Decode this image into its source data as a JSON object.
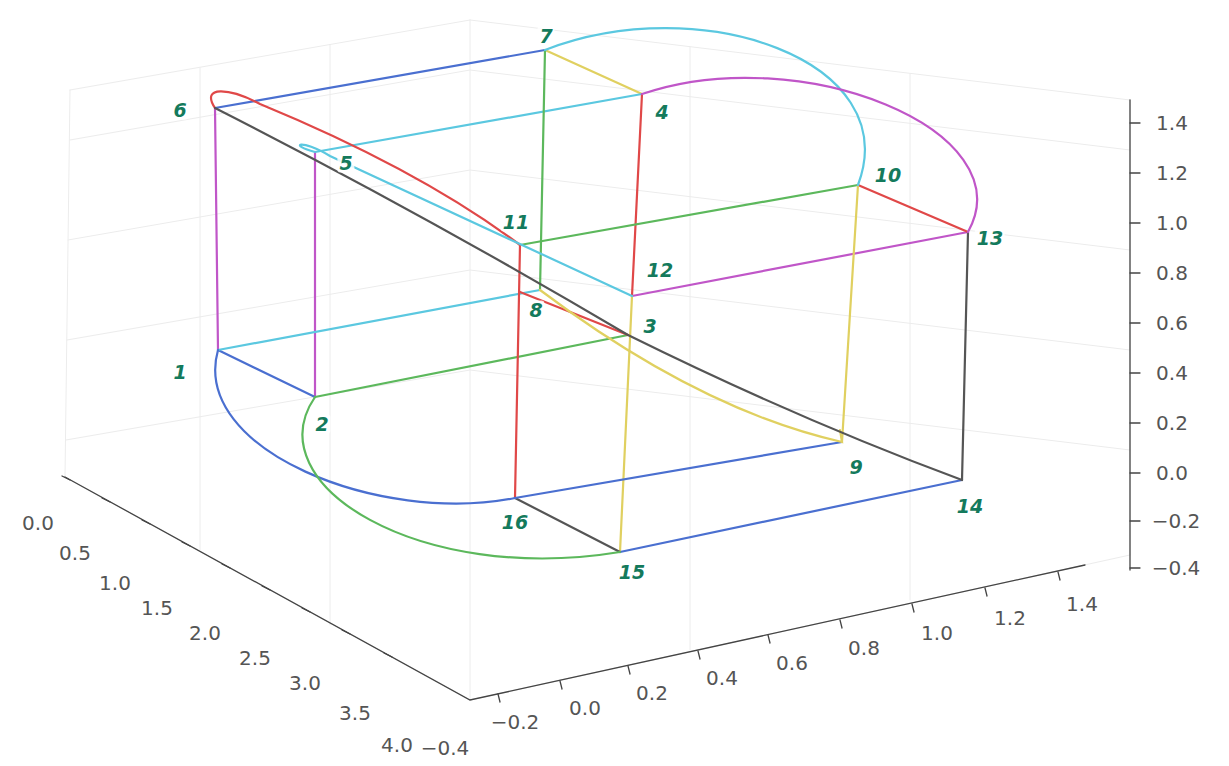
{
  "diagram": {
    "labels": [
      "1",
      "2",
      "3",
      "4",
      "5",
      "6",
      "7",
      "8",
      "9",
      "10",
      "11",
      "12",
      "13",
      "14",
      "15",
      "16",
      "0.0",
      "0.5",
      "1.0",
      "1.5",
      "2.0",
      "2.5",
      "3.0",
      "3.5",
      "4.0",
      "−0.4",
      "−0.2",
      "0.0",
      "0.2",
      "0.4",
      "0.6",
      "0.8",
      "1.0",
      "1.2",
      "1.4",
      "1.4",
      "1.2",
      "1.0",
      "0.8",
      "0.6",
      "0.4",
      "0.2",
      "0.0",
      "−0.2",
      "−0.4"
    ]
  }
}
